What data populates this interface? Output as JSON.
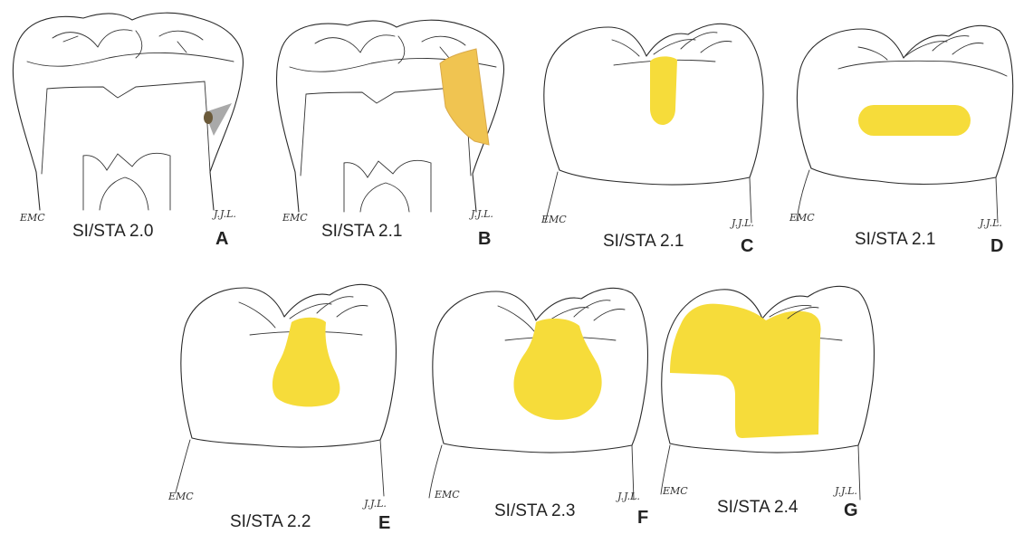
{
  "colors": {
    "lesion_yellow": "#f6dc3a",
    "lesion_orange": "#f0c451",
    "lesion_grey": "#a9a9a9",
    "lesion_dark": "#6b5a3a"
  },
  "panels": [
    {
      "id": "A",
      "caption": "SI/STA 2.0",
      "letter": "A",
      "initials_left": "EMC",
      "initials_right": "J.J.L."
    },
    {
      "id": "B",
      "caption": "SI/STA 2.1",
      "letter": "B",
      "initials_left": "EMC",
      "initials_right": "J.J.L."
    },
    {
      "id": "C",
      "caption": "SI/STA 2.1",
      "letter": "C",
      "initials_left": "EMC",
      "initials_right": "J.J.L."
    },
    {
      "id": "D",
      "caption": "SI/STA 2.1",
      "letter": "D",
      "initials_left": "EMC",
      "initials_right": "J.J.L."
    },
    {
      "id": "E",
      "caption": "SI/STA 2.2",
      "letter": "E",
      "initials_left": "EMC",
      "initials_right": "J.J.L."
    },
    {
      "id": "F",
      "caption": "SI/STA 2.3",
      "letter": "F",
      "initials_left": "EMC",
      "initials_right": "J.J.L."
    },
    {
      "id": "G",
      "caption": "SI/STA 2.4",
      "letter": "G",
      "initials_left": "EMC",
      "initials_right": "J.J.L."
    }
  ]
}
